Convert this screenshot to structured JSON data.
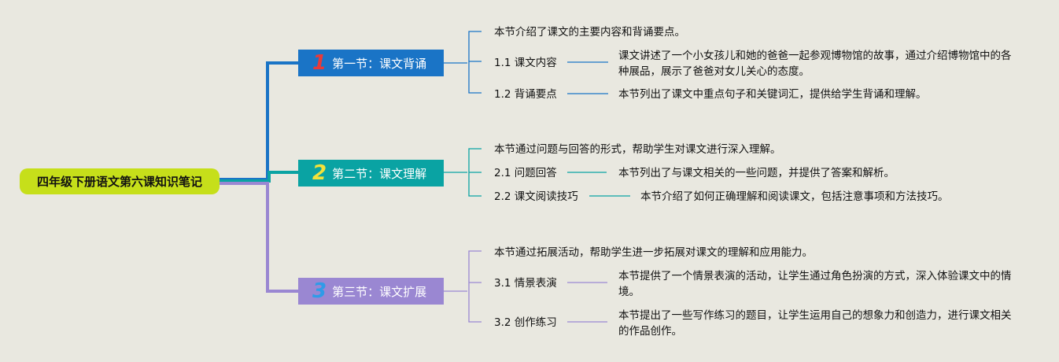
{
  "root": {
    "label": "四年级下册语文第六课知识笔记"
  },
  "colors": {
    "section1": "#1a74c6",
    "section2": "#0aa3a3",
    "section3": "#9a87d2",
    "root": "#c6df1a"
  },
  "sections": [
    {
      "number": "1",
      "label": "第一节：课文背诵",
      "summary": "本节介绍了课文的主要内容和背诵要点。",
      "items": [
        {
          "label": "1.1 课文内容",
          "desc": "课文讲述了一个小女孩儿和她的爸爸一起参观博物馆的故事，通过介绍博物馆中的各种展品，展示了爸爸对女儿关心的态度。"
        },
        {
          "label": "1.2 背诵要点",
          "desc": "本节列出了课文中重点句子和关键词汇，提供给学生背诵和理解。"
        }
      ]
    },
    {
      "number": "2",
      "label": "第二节：课文理解",
      "summary": "本节通过问题与回答的形式，帮助学生对课文进行深入理解。",
      "items": [
        {
          "label": "2.1 问题回答",
          "desc": "本节列出了与课文相关的一些问题，并提供了答案和解析。"
        },
        {
          "label": "2.2 课文阅读技巧",
          "desc": "本节介绍了如何正确理解和阅读课文，包括注意事项和方法技巧。"
        }
      ]
    },
    {
      "number": "3",
      "label": "第三节：课文扩展",
      "summary": "本节通过拓展活动，帮助学生进一步拓展对课文的理解和应用能力。",
      "items": [
        {
          "label": "3.1 情景表演",
          "desc": "本节提供了一个情景表演的活动，让学生通过角色扮演的方式，深入体验课文中的情境。"
        },
        {
          "label": "3.2 创作练习",
          "desc": "本节提出了一些写作练习的题目，让学生运用自己的想象力和创造力，进行课文相关的作品创作。"
        }
      ]
    }
  ]
}
